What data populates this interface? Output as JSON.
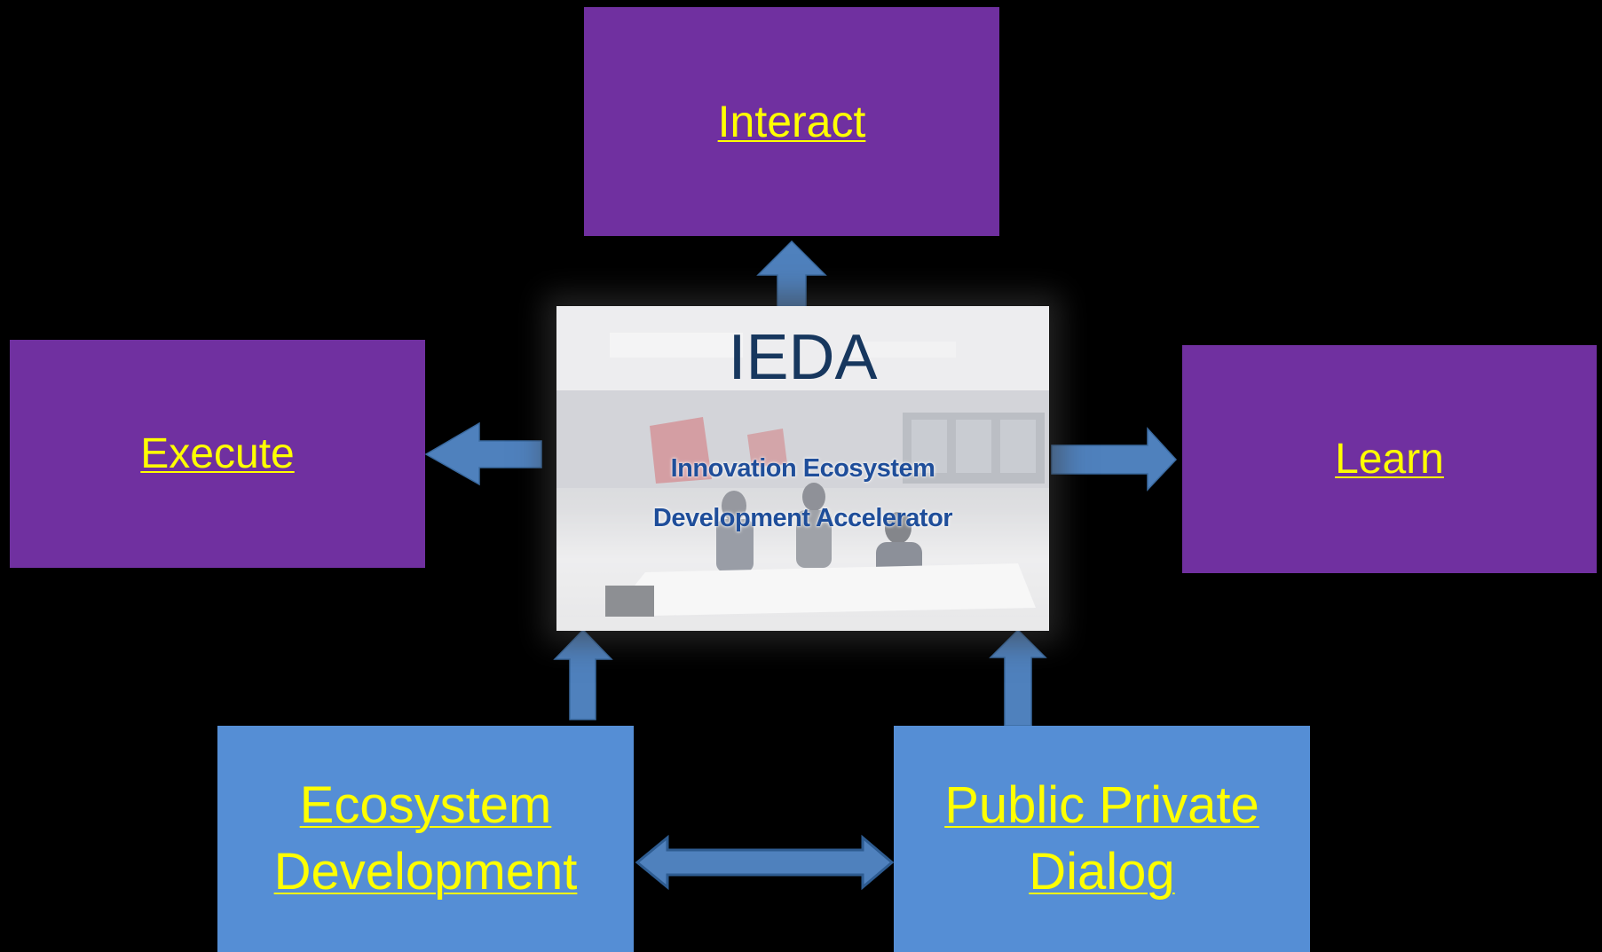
{
  "center": {
    "title": "IEDA",
    "subtitle_line1": "Innovation Ecosystem",
    "subtitle_line2": "Development Accelerator"
  },
  "boxes": {
    "interact": "Interact",
    "execute": "Execute",
    "learn": "Learn",
    "ecosystem_development_line1": "Ecosystem",
    "ecosystem_development_line2": "Development",
    "public_private_dialog_line1": "Public Private",
    "public_private_dialog_line2": "Dialog"
  },
  "colors": {
    "background": "#000000",
    "purple_box": "#7030a0",
    "blue_box": "#558ed5",
    "link_text": "#ffff00",
    "arrow": "#4f81bd",
    "center_title": "#17375e"
  }
}
